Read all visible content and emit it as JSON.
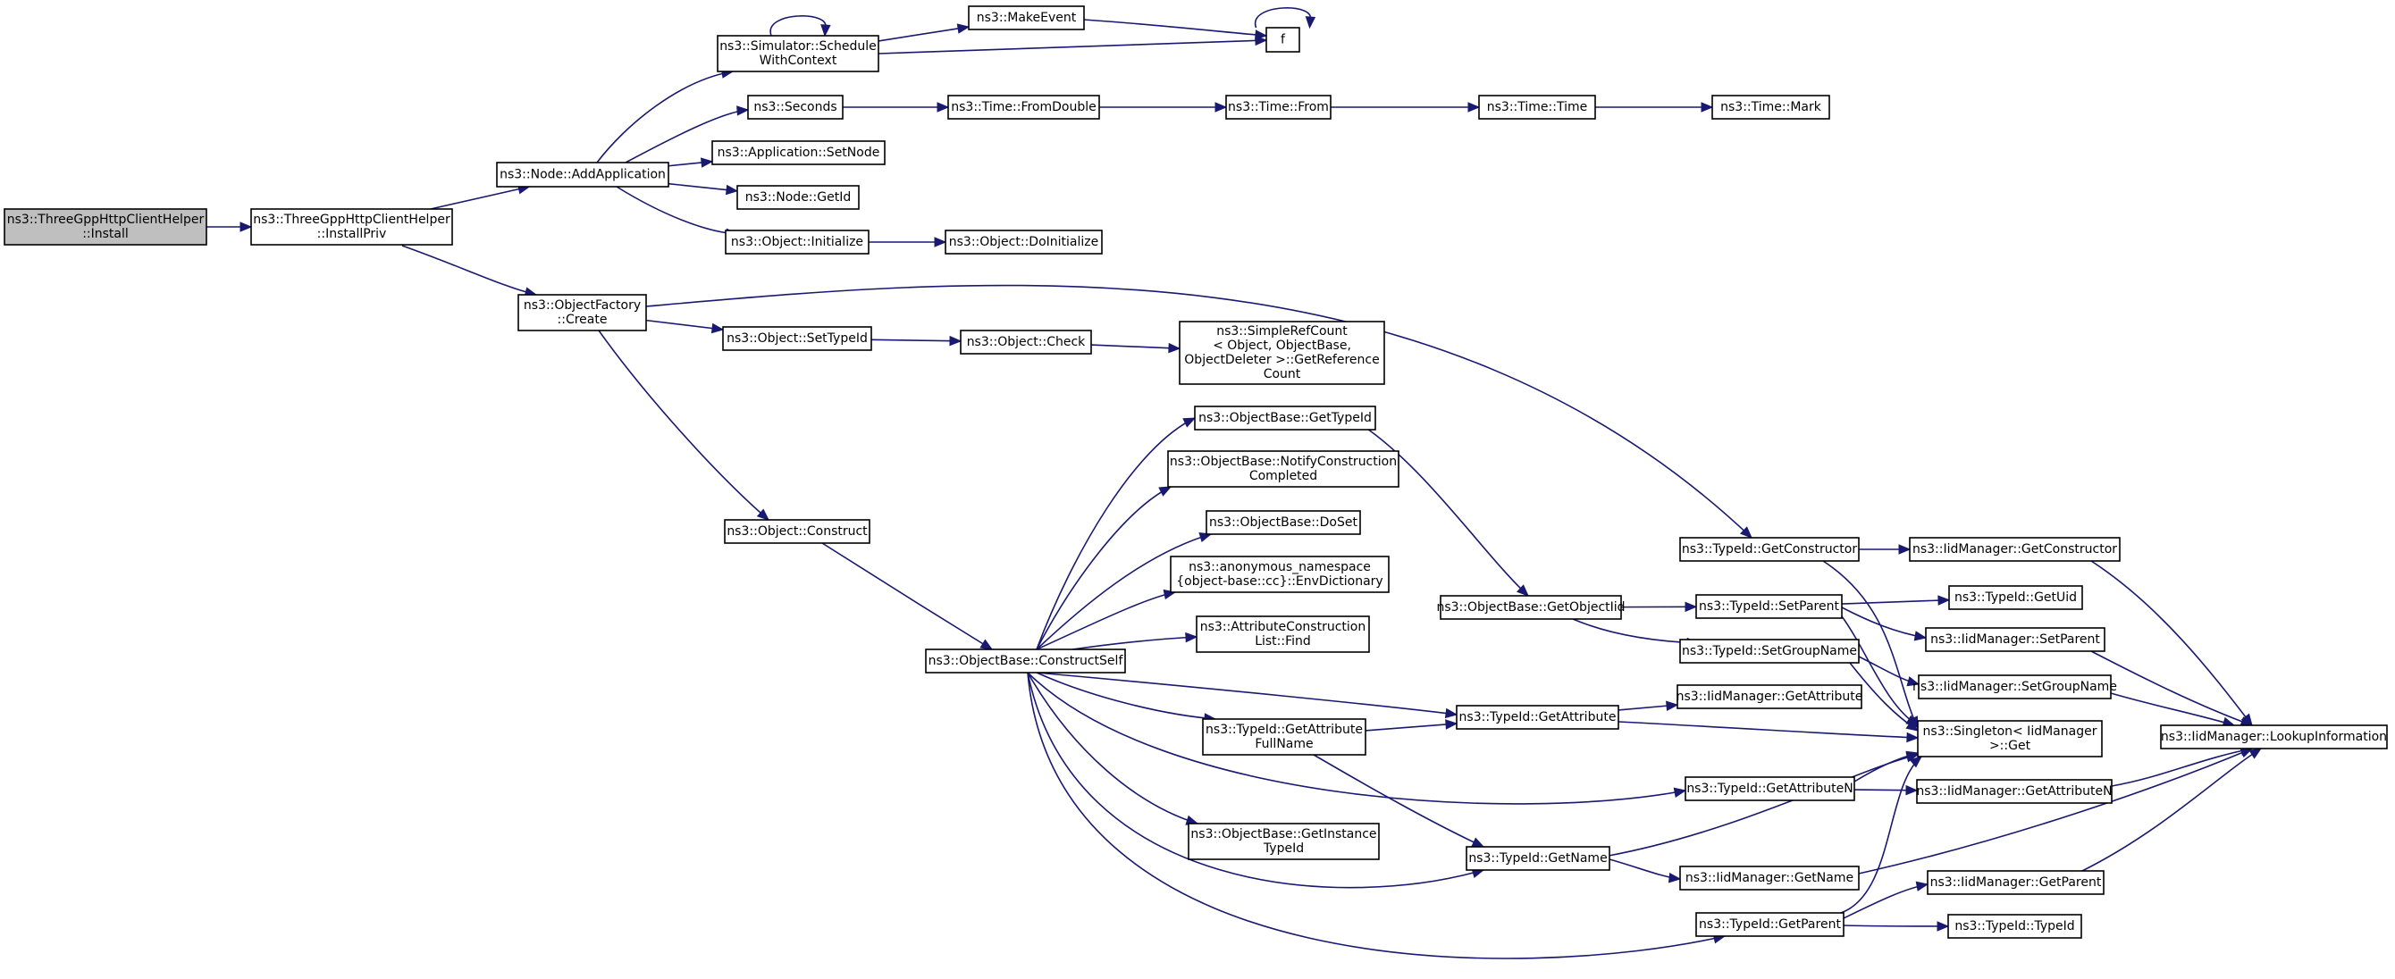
{
  "nodes": [
    {
      "id": "install",
      "lines": [
        "ns3::ThreeGppHttpClientHelper",
        "::Install"
      ],
      "root": true
    },
    {
      "id": "installpriv",
      "lines": [
        "ns3::ThreeGppHttpClientHelper",
        "::InstallPriv"
      ]
    },
    {
      "id": "addapp",
      "lines": [
        "ns3::Node::AddApplication"
      ]
    },
    {
      "id": "schedule",
      "lines": [
        "ns3::Simulator::Schedule",
        "WithContext"
      ]
    },
    {
      "id": "makeevent",
      "lines": [
        "ns3::MakeEvent"
      ]
    },
    {
      "id": "f",
      "lines": [
        "f"
      ]
    },
    {
      "id": "seconds",
      "lines": [
        "ns3::Seconds"
      ]
    },
    {
      "id": "fromdouble",
      "lines": [
        "ns3::Time::FromDouble"
      ]
    },
    {
      "id": "from",
      "lines": [
        "ns3::Time::From"
      ]
    },
    {
      "id": "time",
      "lines": [
        "ns3::Time::Time"
      ]
    },
    {
      "id": "mark",
      "lines": [
        "ns3::Time::Mark"
      ]
    },
    {
      "id": "setnode",
      "lines": [
        "ns3::Application::SetNode"
      ]
    },
    {
      "id": "getid",
      "lines": [
        "ns3::Node::GetId"
      ]
    },
    {
      "id": "initialize",
      "lines": [
        "ns3::Object::Initialize"
      ]
    },
    {
      "id": "doinitialize",
      "lines": [
        "ns3::Object::DoInitialize"
      ]
    },
    {
      "id": "factorycreate",
      "lines": [
        "ns3::ObjectFactory",
        "::Create"
      ]
    },
    {
      "id": "settypeid",
      "lines": [
        "ns3::Object::SetTypeId"
      ]
    },
    {
      "id": "check",
      "lines": [
        "ns3::Object::Check"
      ]
    },
    {
      "id": "refcount",
      "lines": [
        "ns3::SimpleRefCount",
        "< Object, ObjectBase,",
        "ObjectDeleter >::GetReference",
        "Count"
      ]
    },
    {
      "id": "construct",
      "lines": [
        "ns3::Object::Construct"
      ]
    },
    {
      "id": "constructself",
      "lines": [
        "ns3::ObjectBase::ConstructSelf"
      ]
    },
    {
      "id": "obgettypeid",
      "lines": [
        "ns3::ObjectBase::GetTypeId"
      ]
    },
    {
      "id": "notify",
      "lines": [
        "ns3::ObjectBase::NotifyConstruction",
        "Completed"
      ]
    },
    {
      "id": "doset",
      "lines": [
        "ns3::ObjectBase::DoSet"
      ]
    },
    {
      "id": "envdict",
      "lines": [
        "ns3::anonymous_namespace",
        "{object-base::cc}::EnvDictionary"
      ]
    },
    {
      "id": "acfind",
      "lines": [
        "ns3::AttributeConstruction",
        "List::Find"
      ]
    },
    {
      "id": "getattrfull",
      "lines": [
        "ns3::TypeId::GetAttribute",
        "FullName"
      ]
    },
    {
      "id": "getinsttid",
      "lines": [
        "ns3::ObjectBase::GetInstance",
        "TypeId"
      ]
    },
    {
      "id": "getobjectiid",
      "lines": [
        "ns3::ObjectBase::GetObjectIid"
      ]
    },
    {
      "id": "tgetattr",
      "lines": [
        "ns3::TypeId::GetAttribute"
      ]
    },
    {
      "id": "tgetname",
      "lines": [
        "ns3::TypeId::GetName"
      ]
    },
    {
      "id": "tgetctor",
      "lines": [
        "ns3::TypeId::GetConstructor"
      ]
    },
    {
      "id": "tsetparent",
      "lines": [
        "ns3::TypeId::SetParent"
      ]
    },
    {
      "id": "tsetgroup",
      "lines": [
        "ns3::TypeId::SetGroupName"
      ]
    },
    {
      "id": "tgetattrn",
      "lines": [
        "ns3::TypeId::GetAttributeN"
      ]
    },
    {
      "id": "tgetparent",
      "lines": [
        "ns3::TypeId::GetParent"
      ]
    },
    {
      "id": "iidgetctor",
      "lines": [
        "ns3::IidManager::GetConstructor"
      ]
    },
    {
      "id": "getuid",
      "lines": [
        "ns3::TypeId::GetUid"
      ]
    },
    {
      "id": "iidsetparent",
      "lines": [
        "ns3::IidManager::SetParent"
      ]
    },
    {
      "id": "iidsetgroup",
      "lines": [
        "ns3::IidManager::SetGroupName"
      ]
    },
    {
      "id": "iidgetattr",
      "lines": [
        "ns3::IidManager::GetAttribute"
      ]
    },
    {
      "id": "singleton",
      "lines": [
        "ns3::Singleton< IidManager",
        ">::Get"
      ]
    },
    {
      "id": "iidgetattrn",
      "lines": [
        "ns3::IidManager::GetAttributeN"
      ]
    },
    {
      "id": "iidgetname",
      "lines": [
        "ns3::IidManager::GetName"
      ]
    },
    {
      "id": "iidgetparent",
      "lines": [
        "ns3::IidManager::GetParent"
      ]
    },
    {
      "id": "typeidtypeid",
      "lines": [
        "ns3::TypeId::TypeId"
      ]
    },
    {
      "id": "lookup",
      "lines": [
        "ns3::IidManager::LookupInformation"
      ]
    }
  ],
  "edges": [
    [
      "install",
      "installpriv"
    ],
    [
      "installpriv",
      "addapp"
    ],
    [
      "installpriv",
      "factorycreate"
    ],
    [
      "addapp",
      "schedule"
    ],
    [
      "addapp",
      "seconds"
    ],
    [
      "addapp",
      "setnode"
    ],
    [
      "addapp",
      "getid"
    ],
    [
      "addapp",
      "initialize"
    ],
    [
      "schedule",
      "schedule"
    ],
    [
      "schedule",
      "makeevent"
    ],
    [
      "schedule",
      "f"
    ],
    [
      "makeevent",
      "f"
    ],
    [
      "f",
      "f"
    ],
    [
      "seconds",
      "fromdouble"
    ],
    [
      "fromdouble",
      "from"
    ],
    [
      "from",
      "time"
    ],
    [
      "time",
      "mark"
    ],
    [
      "initialize",
      "doinitialize"
    ],
    [
      "factorycreate",
      "settypeid"
    ],
    [
      "factorycreate",
      "construct"
    ],
    [
      "factorycreate",
      "tgetctor"
    ],
    [
      "settypeid",
      "check"
    ],
    [
      "check",
      "refcount"
    ],
    [
      "construct",
      "constructself"
    ],
    [
      "constructself",
      "obgettypeid"
    ],
    [
      "constructself",
      "notify"
    ],
    [
      "constructself",
      "doset"
    ],
    [
      "constructself",
      "envdict"
    ],
    [
      "constructself",
      "acfind"
    ],
    [
      "constructself",
      "getattrfull"
    ],
    [
      "constructself",
      "getinsttid"
    ],
    [
      "constructself",
      "tgetattr"
    ],
    [
      "constructself",
      "tgetattrn"
    ],
    [
      "constructself",
      "tgetname"
    ],
    [
      "constructself",
      "tgetparent"
    ],
    [
      "obgettypeid",
      "getobjectiid"
    ],
    [
      "getattrfull",
      "tgetattr"
    ],
    [
      "getattrfull",
      "tgetname"
    ],
    [
      "getobjectiid",
      "tsetparent"
    ],
    [
      "getobjectiid",
      "tsetgroup"
    ],
    [
      "tgetattr",
      "iidgetattr"
    ],
    [
      "tgetattr",
      "singleton"
    ],
    [
      "tgetname",
      "singleton"
    ],
    [
      "tgetname",
      "iidgetname"
    ],
    [
      "tgetctor",
      "iidgetctor"
    ],
    [
      "tgetctor",
      "singleton"
    ],
    [
      "tsetparent",
      "getuid"
    ],
    [
      "tsetparent",
      "iidsetparent"
    ],
    [
      "tsetparent",
      "singleton"
    ],
    [
      "tsetgroup",
      "iidsetgroup"
    ],
    [
      "tsetgroup",
      "singleton"
    ],
    [
      "tgetattrn",
      "singleton"
    ],
    [
      "tgetattrn",
      "iidgetattrn"
    ],
    [
      "tgetparent",
      "singleton"
    ],
    [
      "tgetparent",
      "iidgetparent"
    ],
    [
      "tgetparent",
      "typeidtypeid"
    ],
    [
      "iidgetctor",
      "lookup"
    ],
    [
      "iidsetparent",
      "lookup"
    ],
    [
      "iidsetgroup",
      "lookup"
    ],
    [
      "iidgetattrn",
      "lookup"
    ],
    [
      "iidgetname",
      "lookup"
    ],
    [
      "iidgetparent",
      "lookup"
    ]
  ]
}
